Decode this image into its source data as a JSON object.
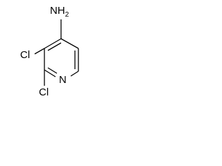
{
  "molecule": {
    "atoms": {
      "amine": {
        "element": "N",
        "hydrogens": "H",
        "count": "2"
      },
      "chloro_top": "Cl",
      "chloro_bottom": "Cl",
      "ring_nitrogen": "N"
    }
  }
}
